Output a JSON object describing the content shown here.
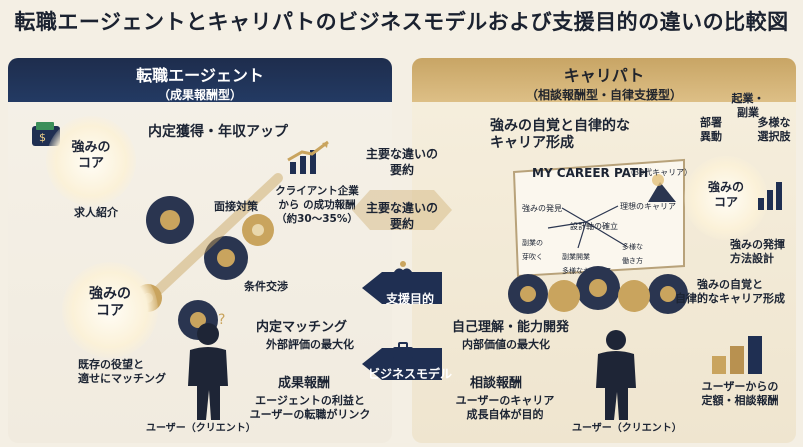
{
  "title": "転職エージェントとキャリパトのビジネスモデルおよび支援目的の違いの比較図",
  "left": {
    "header": "転職エージェント",
    "subheader": "（成果報酬型）",
    "core_top": "強みの\nコア",
    "core_bottom": "強みの\nコア",
    "goal": "内定獲得・年収アップ",
    "client_fee": "クライアント企業\nから の成功報酬\n（約30〜35%）",
    "interview": "面接対策",
    "referral": "求人紹介",
    "negotiation": "条件交渉",
    "matching_note": "既存の役望と\n適せにマッチング",
    "matching_title": "内定マッチング",
    "matching_sub": "外部評価の最大化",
    "reward_title": "成果報酬",
    "reward_sub": "エージェントの利益と\nユーザーの転職がリンク",
    "user_label": "ユーザー（クリエント）"
  },
  "center": {
    "diff1": "主要な違いの\n要約",
    "diff2": "主要な違いの\n要約",
    "support_purpose": "支援目的",
    "business_model": "ビジネスモデル"
  },
  "right": {
    "header": "キャリパト",
    "subheader": "（相談報酬型・自律支援型）",
    "goal": "強みの自覚と自律的な\nキャリア形成",
    "board_title": "MY CAREER PATH",
    "board_age": "（30代キャリア）",
    "board_items": [
      "強みの発見",
      "設計軸の確立",
      "理想のキャリア",
      "副業の\n芽吹く",
      "副業開業\n多様なキャリア",
      "多様な\n働き方"
    ],
    "dept": "部署\n異動",
    "side_biz": "起業・\n副業",
    "diverse": "多様な\n選択肢",
    "core": "強みの\nコア",
    "method": "強みの発揮\n方法設計",
    "awareness": "強みの自覚と\n自律的なキャリア形成",
    "self_title": "自己理解・能力開発",
    "self_sub": "内部価値の最大化",
    "consult_title": "相談報酬",
    "consult_sub": "ユーザーのキャリア\n成長自体が目的",
    "fee": "ユーザーからの\n定額・相談報酬",
    "user_label": "ユーザー（クリエント）"
  },
  "colors": {
    "navy": "#1f2f52",
    "gold": "#c9a45e",
    "cream": "#f4efe4"
  }
}
